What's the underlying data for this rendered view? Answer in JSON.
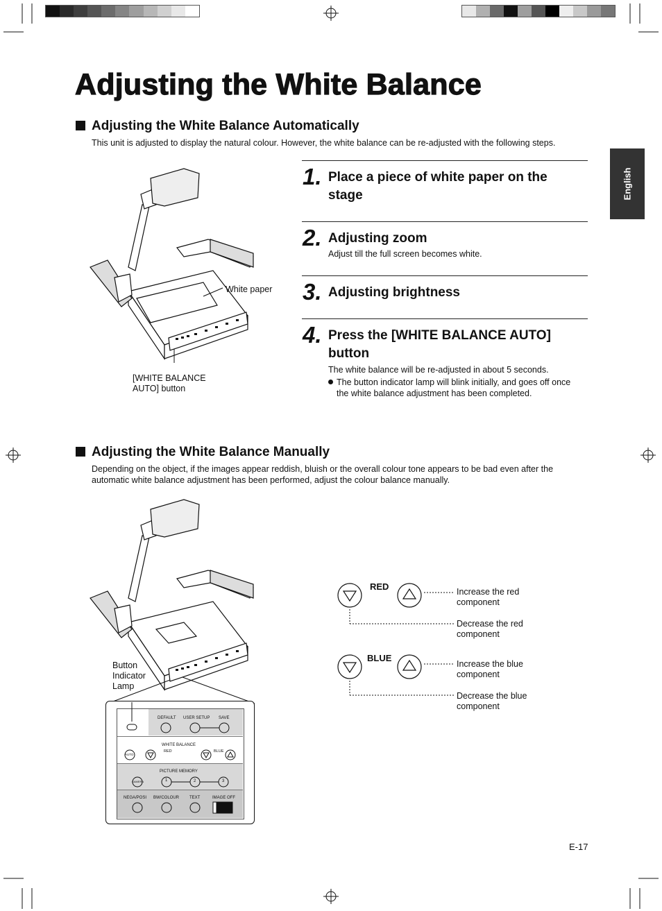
{
  "page": {
    "title": "Adjusting the White Balance",
    "side_tab": "English",
    "page_number": "E-17"
  },
  "auto_section": {
    "heading": "Adjusting the White Balance Automatically",
    "intro": "This unit is adjusted to display the natural colour. However, the white balance can be re-adjusted with the following steps.",
    "figure_labels": {
      "white_paper": "White paper",
      "wb_button_line1": "[WHITE BALANCE",
      "wb_button_line2": "AUTO] button"
    },
    "steps": [
      {
        "num": "1.",
        "title_line1": "Place a piece of white paper on the",
        "title_line2": "stage"
      },
      {
        "num": "2.",
        "title_line1": "Adjusting zoom",
        "desc": "Adjust till the full screen becomes white."
      },
      {
        "num": "3.",
        "title_line1": "Adjusting brightness"
      },
      {
        "num": "4.",
        "title_line1": "Press the [WHITE BALANCE AUTO]",
        "title_line2": "button",
        "desc": "The white balance will be re-adjusted in about 5 seconds.",
        "bullet_line1": "The button indicator lamp will blink initially, and goes off once",
        "bullet_line2": "the white balance adjustment has been completed."
      }
    ]
  },
  "manual_section": {
    "heading": "Adjusting the White Balance Manually",
    "intro_line1": "Depending on the object, if the images appear reddish, bluish or the overall colour tone appears to be bad even after the",
    "intro_line2": "automatic white balance adjustment has been performed, adjust the colour balance manually.",
    "lamp_label": [
      "Button",
      "Indicator",
      "Lamp"
    ],
    "panel": {
      "default": "DEFAULT",
      "user_setup": "USER  SETUP",
      "save": "SAVE",
      "white_balance": "WHITE   BALANCE",
      "red": "RED",
      "blue": "BLUE",
      "auto": "AUTO",
      "picture_memory": "PICTURE   MEMORY",
      "camera": "CAMERA",
      "m1": "1",
      "m2": "2",
      "m3": "3",
      "nega_posi": "NEGA/POSI",
      "bw_colour": "BW/COLOUR",
      "text": "TEXT",
      "image_off": "IMAGE  OFF"
    },
    "controls": {
      "red_label": "RED",
      "blue_label": "BLUE",
      "inc_red": [
        "Increase the red",
        "component"
      ],
      "dec_red": [
        "Decrease the red",
        "component"
      ],
      "inc_blue": [
        "Increase the blue",
        "component"
      ],
      "dec_blue": [
        "Decrease the blue",
        "component"
      ]
    }
  },
  "colors": {
    "bar_left": [
      "#111111",
      "#2a2a2a",
      "#3e3e3e",
      "#555555",
      "#6c6c6c",
      "#858585",
      "#9e9e9e",
      "#b7b7b7",
      "#d0d0d0",
      "#e8e8e8",
      "#ffffff"
    ],
    "bar_right": [
      "#e8e8e8",
      "#b0b0b0",
      "#6a6a6a",
      "#111111",
      "#9e9e9e",
      "#555555",
      "#000000",
      "#eeeeee",
      "#c8c8c8",
      "#9a9a9a",
      "#777777"
    ]
  }
}
